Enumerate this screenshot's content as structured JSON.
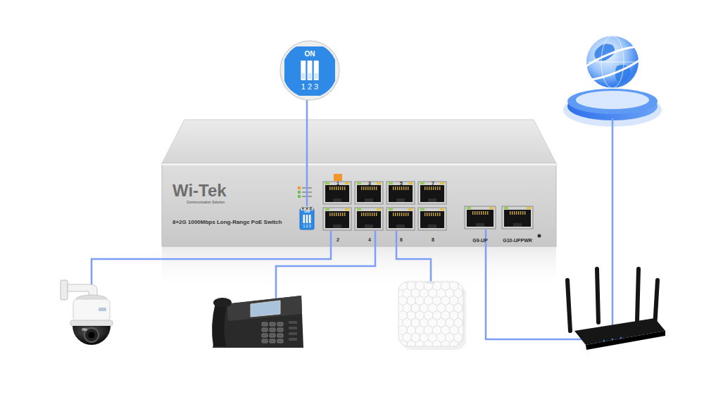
{
  "diagram": {
    "nodes": [
      {
        "text": [
          "ON",
          "1 2 3"
        ]
      },
      {
        "text": [
          "Wi-Tek",
          "Communication Solution",
          "8+2G 1000Mbps Long-Range PoE Switch"
        ]
      },
      {
        "text": [
          "ON",
          "1 2 3"
        ],
        "in": 1
      }
    ],
    "edges": [
      {
        "from": 0,
        "to": 2,
        "arrow": "none"
      }
    ],
    "labels": [
      "V V E",
      "1",
      "3",
      "5",
      "7",
      "2",
      "4",
      "6",
      "8",
      "G9-UP",
      "G10-UPPWR"
    ]
  }
}
